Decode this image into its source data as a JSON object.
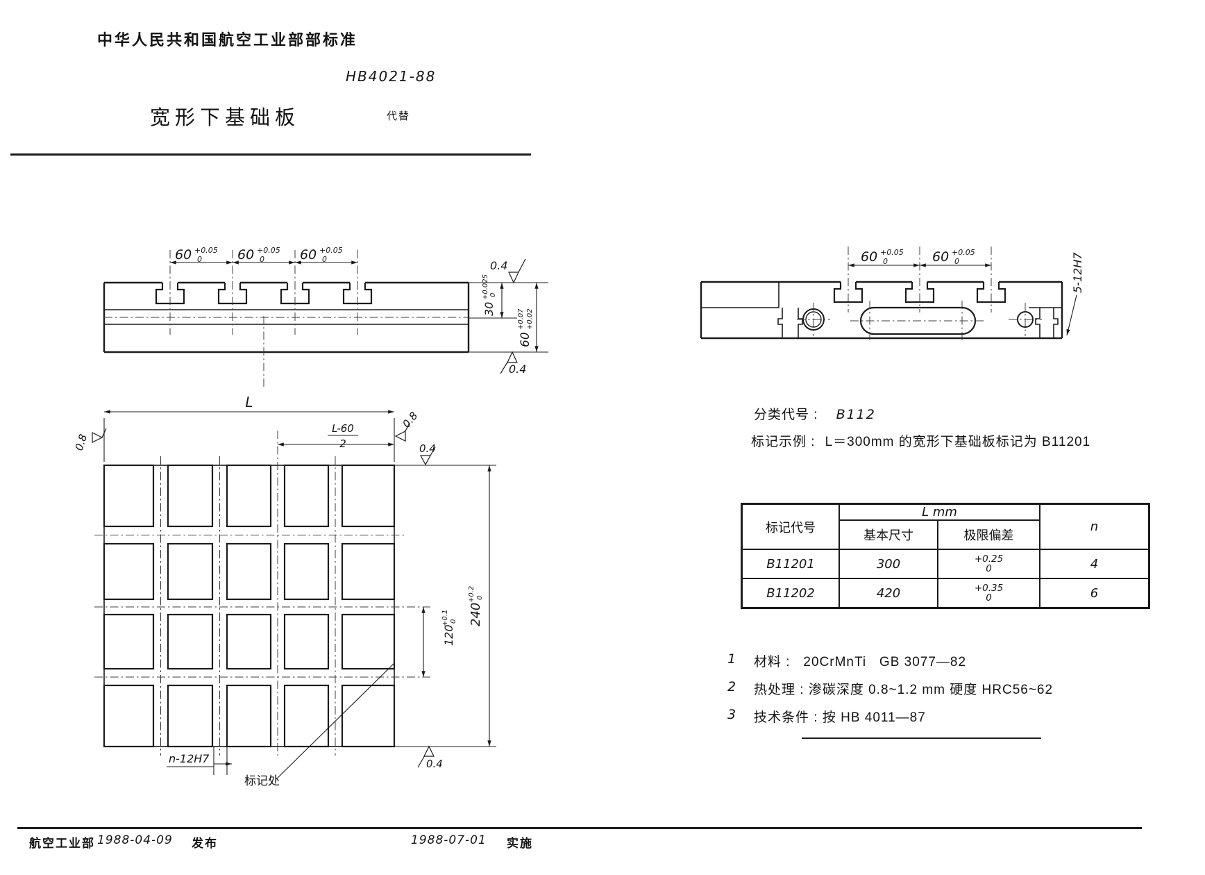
{
  "header": {
    "org_standard": "中华人民共和国航空工业部部标准",
    "code": "HB4021-88",
    "title": "宽形下基础板",
    "supersedes": "代替"
  },
  "side_view": {
    "slot_pitch_value": "60",
    "slot_pitch_upper": "+0.05",
    "slot_pitch_lower": "0",
    "depth_value": "30",
    "depth_upper": "+0.025",
    "depth_lower": "0",
    "height_value": "60",
    "height_upper": "+0.07",
    "height_lower": "+0.02",
    "roughness_top": "0.4",
    "roughness_bottom": "0.4"
  },
  "section_view": {
    "slot_pitch_value": "60",
    "slot_pitch_upper": "+0.05",
    "slot_pitch_lower": "0",
    "holes_label": "5-12H7"
  },
  "plan_view": {
    "length_label": "L",
    "half_length_numerator": "L-60",
    "half_length_denominator": "2",
    "roughness_left": "0.8",
    "roughness_right": "0.8",
    "roughness_top": "0.4",
    "roughness_bottom": "0.4",
    "width_value": "240",
    "width_upper": "+0.2",
    "width_lower": "0",
    "pitch_value": "120",
    "pitch_upper": "+0.1",
    "pitch_lower": "0",
    "slots_label": "n-12H7",
    "marking_label": "标记处"
  },
  "classification": {
    "label": "分类代号 :",
    "value": "B112",
    "example_label": "标记示例 :",
    "example_value": "L＝300mm 的宽形下基础板标记为 B11201"
  },
  "table": {
    "header_code": "标记代号",
    "header_L": "L mm",
    "header_basic": "基本尺寸",
    "header_tolerance": "极限偏差",
    "header_n": "n",
    "rows": [
      {
        "code": "B11201",
        "basic": "300",
        "tol_upper": "+0.25",
        "tol_lower": "0",
        "n": "4"
      },
      {
        "code": "B11202",
        "basic": "420",
        "tol_upper": "+0.35",
        "tol_lower": "0",
        "n": "6"
      }
    ]
  },
  "notes": {
    "items": [
      {
        "num": "1",
        "text": "材料 :   20CrMnTi   GB 3077—82"
      },
      {
        "num": "2",
        "text": "热处理 : 渗碳深度 0.8~1.2 mm 硬度 HRC56~62"
      },
      {
        "num": "3",
        "text": "技术条件 : 按 HB 4011—87"
      }
    ]
  },
  "footer": {
    "issuer": "航空工业部",
    "issue_date": "1988-04-09",
    "issue_label": "发布",
    "implement_date": "1988-07-01",
    "implement_label": "实施"
  }
}
